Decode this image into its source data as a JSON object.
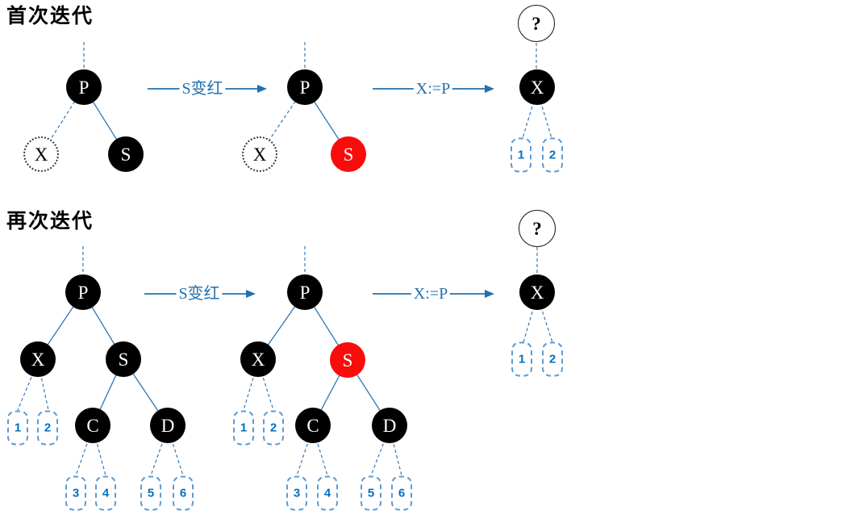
{
  "colors": {
    "edge-line": "#2E75B6",
    "arrow": "#2271AE",
    "node-black": "#000000",
    "node-red": "#F80C0C",
    "leaf-border": "#5B9BD5",
    "leaf-number": "#0070C0",
    "nil-border": "#3A3A3A",
    "unknown-border": "#1F1F1F",
    "title-color": "#000000",
    "page-bg": "#FFFFFF"
  },
  "sections": [
    {
      "title": "首次迭代",
      "arrows": [
        {
          "label": "S变红"
        },
        {
          "label": "X:=P"
        }
      ],
      "trees": [
        {
          "name": "initial-state",
          "nodes": [
            {
              "label": "P",
              "kind": "black"
            },
            {
              "label": "X",
              "kind": "nil"
            },
            {
              "label": "S",
              "kind": "black"
            }
          ]
        },
        {
          "name": "after-s-turns-red",
          "nodes": [
            {
              "label": "P",
              "kind": "black"
            },
            {
              "label": "X",
              "kind": "nil"
            },
            {
              "label": "S",
              "kind": "red"
            }
          ]
        },
        {
          "name": "after-x-assigned-p",
          "nodes": [
            {
              "label": "?",
              "kind": "unknown"
            },
            {
              "label": "X",
              "kind": "black"
            },
            {
              "label": "1",
              "kind": "leaf"
            },
            {
              "label": "2",
              "kind": "leaf"
            }
          ]
        }
      ]
    },
    {
      "title": "再次迭代",
      "arrows": [
        {
          "label": "S变红"
        },
        {
          "label": "X:=P"
        }
      ],
      "trees": [
        {
          "name": "initial-state",
          "nodes": [
            {
              "label": "P",
              "kind": "black"
            },
            {
              "label": "X",
              "kind": "black"
            },
            {
              "label": "S",
              "kind": "black"
            },
            {
              "label": "1",
              "kind": "leaf"
            },
            {
              "label": "2",
              "kind": "leaf"
            },
            {
              "label": "C",
              "kind": "black"
            },
            {
              "label": "D",
              "kind": "black"
            },
            {
              "label": "3",
              "kind": "leaf"
            },
            {
              "label": "4",
              "kind": "leaf"
            },
            {
              "label": "5",
              "kind": "leaf"
            },
            {
              "label": "6",
              "kind": "leaf"
            }
          ]
        },
        {
          "name": "after-s-turns-red",
          "nodes": [
            {
              "label": "P",
              "kind": "black"
            },
            {
              "label": "X",
              "kind": "black"
            },
            {
              "label": "S",
              "kind": "red"
            },
            {
              "label": "1",
              "kind": "leaf"
            },
            {
              "label": "2",
              "kind": "leaf"
            },
            {
              "label": "C",
              "kind": "black"
            },
            {
              "label": "D",
              "kind": "black"
            },
            {
              "label": "3",
              "kind": "leaf"
            },
            {
              "label": "4",
              "kind": "leaf"
            },
            {
              "label": "5",
              "kind": "leaf"
            },
            {
              "label": "6",
              "kind": "leaf"
            }
          ]
        },
        {
          "name": "after-x-assigned-p",
          "nodes": [
            {
              "label": "?",
              "kind": "unknown"
            },
            {
              "label": "X",
              "kind": "black"
            },
            {
              "label": "1",
              "kind": "leaf"
            },
            {
              "label": "2",
              "kind": "leaf"
            }
          ]
        }
      ]
    }
  ]
}
